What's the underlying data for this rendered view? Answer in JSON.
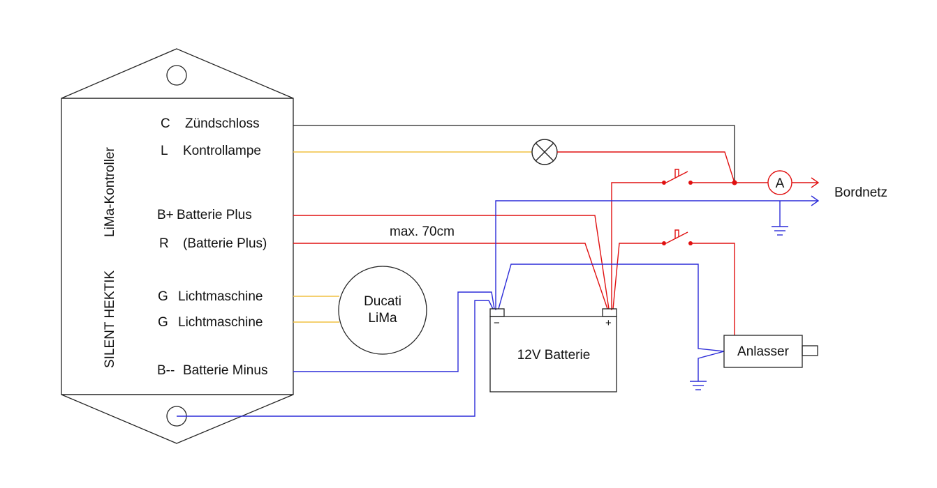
{
  "controller": {
    "brand": "SILENT HEKTIK",
    "model": "LiMa-Kontroller",
    "terminals": [
      {
        "code": "C",
        "name": "Zündschloss"
      },
      {
        "code": "L",
        "name": "Kontrollampe"
      },
      {
        "code": "B+",
        "name": "Batterie Plus"
      },
      {
        "code": "R",
        "name": "(Batterie Plus)"
      },
      {
        "code": "G",
        "name": "Lichtmaschine"
      },
      {
        "code": "G",
        "name": "Lichtmaschine"
      },
      {
        "code": "B--",
        "name": "Batterie Minus"
      }
    ]
  },
  "alternator": {
    "line1": "Ducati",
    "line2": "LiMa"
  },
  "battery": {
    "label": "12V Batterie",
    "minus": "−",
    "plus": "+"
  },
  "starter": {
    "label": "Anlasser"
  },
  "ammeter": {
    "label": "A"
  },
  "output": {
    "label": "Bordnetz"
  },
  "cable_note": "max. 70cm",
  "colors": {
    "black": "#222222",
    "yellow": "#f0c040",
    "red": "#e01010",
    "blue": "#2c2cd8"
  }
}
